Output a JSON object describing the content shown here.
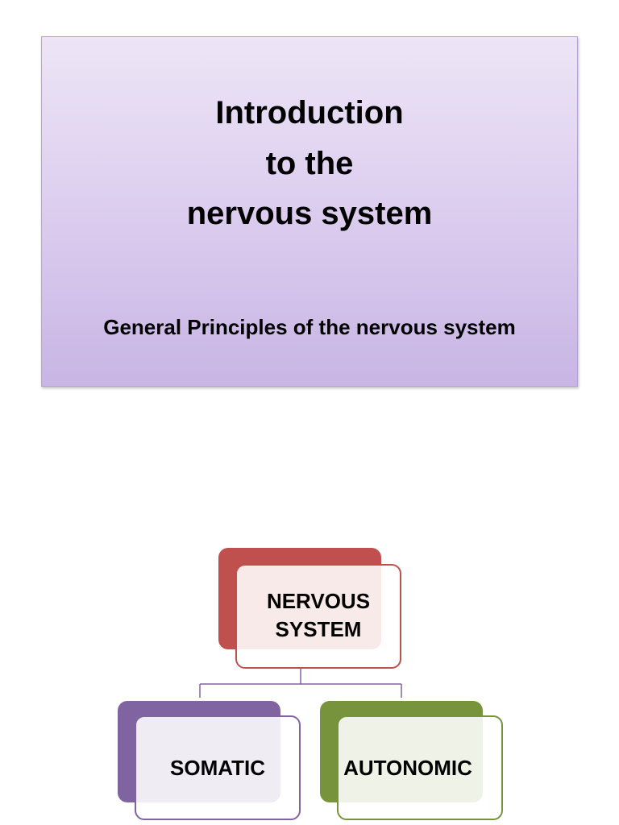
{
  "title": {
    "lines": [
      "Introduction",
      "to the",
      "nervous system"
    ],
    "subtitle": "General Principles of the nervous system"
  },
  "diagram": {
    "root": {
      "label_lines": [
        "NERVOUS",
        "SYSTEM"
      ],
      "accent_color": "#c0504d"
    },
    "children": [
      {
        "label": "SOMATIC",
        "accent_color": "#8064a2"
      },
      {
        "label": "AUTONOMIC",
        "accent_color": "#77933c"
      }
    ],
    "connector_color": "#8064a2"
  }
}
